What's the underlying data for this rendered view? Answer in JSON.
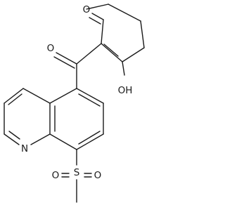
{
  "molecule": {
    "atoms": {
      "ketone_o": "O",
      "bridge_o": "O",
      "hydroxyl": "OH",
      "ring_n": "N",
      "sulfur": "S",
      "sulfonyl_o_left": "O",
      "sulfonyl_o_right": "O"
    }
  }
}
